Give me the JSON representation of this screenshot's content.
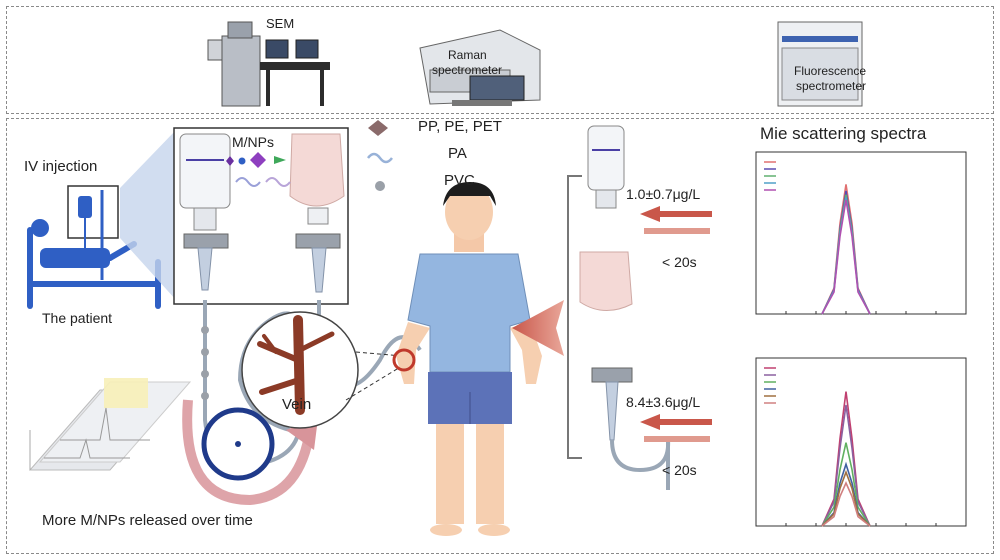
{
  "instruments": {
    "sem": "SEM",
    "raman_line1": "Raman",
    "raman_line2": "spectrometer",
    "fluor_line1": "Fluorescence",
    "fluor_line2": "spectrometer"
  },
  "left": {
    "iv_injection": "IV injection",
    "patient": "The patient",
    "mnps": "M/NPs",
    "vein": "Vein",
    "released": "More M/NPs released over time"
  },
  "polymers": {
    "pp_pe_pet": "PP, PE, PET",
    "pa": "PA",
    "pvc": "PVC"
  },
  "release": {
    "value_top": "1.0±0.7μg/L",
    "time_top": "< 20s",
    "value_bottom": "8.4±3.6μg/L",
    "time_bottom": "< 20s"
  },
  "spectra": {
    "title": "Mie scattering spectra"
  },
  "colors": {
    "accent_red": "#c9574a",
    "bag_pink": "#f4d9d6",
    "patient_blue": "#2f5fc4",
    "shirt_blue": "#94b6e0",
    "shorts_blue": "#5c72b8",
    "tube_grey": "#9aa7b6",
    "mnp_purple": "#8e3fbf",
    "mnp_green": "#3fa85a"
  },
  "chart_data": [
    {
      "type": "line",
      "title": "",
      "xlabel": "",
      "ylabel": "",
      "xlim": [
        200,
        270
      ],
      "x": [
        222,
        226,
        228,
        230,
        232,
        234,
        238
      ],
      "series": [
        {
          "values": [
            0,
            0.2,
            0.7,
            1.0,
            0.7,
            0.2,
            0
          ],
          "color": "#e07070"
        },
        {
          "values": [
            0,
            0.19,
            0.66,
            0.95,
            0.66,
            0.19,
            0
          ],
          "color": "#5a4ab0"
        },
        {
          "values": [
            0,
            0.18,
            0.64,
            0.92,
            0.64,
            0.18,
            0
          ],
          "color": "#60b070"
        },
        {
          "values": [
            0,
            0.18,
            0.62,
            0.9,
            0.62,
            0.18,
            0
          ],
          "color": "#50a0c8"
        },
        {
          "values": [
            0,
            0.17,
            0.6,
            0.88,
            0.6,
            0.17,
            0
          ],
          "color": "#b050b0"
        }
      ]
    },
    {
      "type": "line",
      "title": "",
      "xlabel": "",
      "ylabel": "",
      "xlim": [
        200,
        270
      ],
      "x": [
        222,
        226,
        228,
        230,
        232,
        234,
        238
      ],
      "series": [
        {
          "values": [
            0,
            0.2,
            0.65,
            1.0,
            0.65,
            0.2,
            0
          ],
          "color": "#c04070"
        },
        {
          "values": [
            0,
            0.18,
            0.58,
            0.9,
            0.58,
            0.18,
            0
          ],
          "color": "#8a60a0"
        },
        {
          "values": [
            0,
            0.14,
            0.42,
            0.62,
            0.42,
            0.14,
            0
          ],
          "color": "#60b060"
        },
        {
          "values": [
            0,
            0.1,
            0.32,
            0.46,
            0.32,
            0.1,
            0
          ],
          "color": "#4060a0"
        },
        {
          "values": [
            0,
            0.09,
            0.28,
            0.4,
            0.28,
            0.09,
            0
          ],
          "color": "#a07040"
        },
        {
          "values": [
            0,
            0.07,
            0.22,
            0.32,
            0.22,
            0.07,
            0
          ],
          "color": "#d08080"
        }
      ]
    }
  ]
}
